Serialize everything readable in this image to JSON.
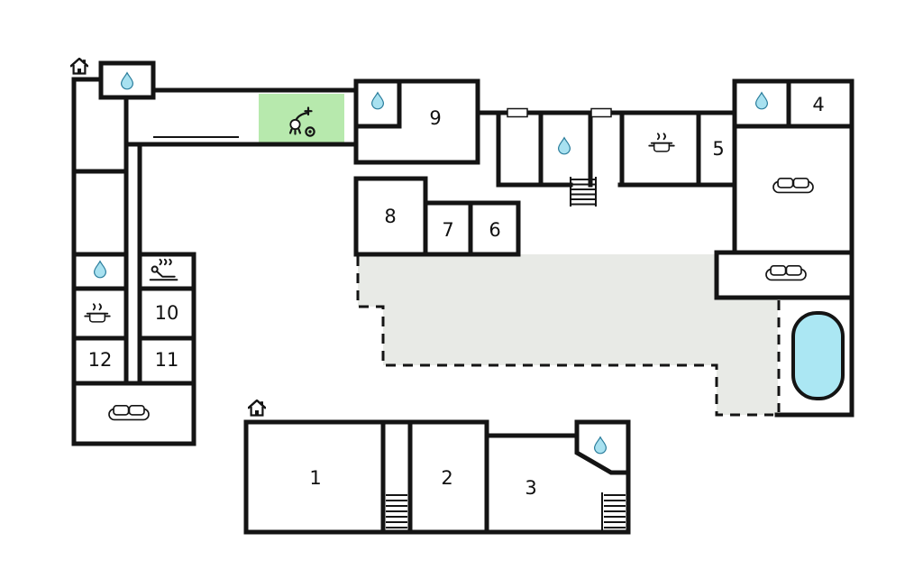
{
  "diagram": {
    "type": "floor-plan",
    "description": "Holiday home floor plan with numbered rooms, two entrances, sauna, showers, kitchens, terrace and plunge pool"
  },
  "colors": {
    "wall": "#141414",
    "water_fill": "#a8e1f0",
    "water_stroke": "#2a7d9c",
    "green_room": "#b7e9ad",
    "terrace_fill": "#e8eae6",
    "pool_fill": "#abe7f3",
    "background": "#ffffff"
  },
  "rooms": {
    "r1": "1",
    "r2": "2",
    "r3": "3",
    "r4": "4",
    "r5": "5",
    "r6": "6",
    "r7": "7",
    "r8": "8",
    "r9": "9",
    "r10": "10",
    "r11": "11",
    "r12": "12"
  },
  "icons": {
    "water_drop": "water point / bathroom",
    "cooking_pot": "kitchen",
    "sofa": "lounge seating",
    "sauna": "sauna",
    "shower": "outdoor shower",
    "stairs": "staircase",
    "house": "entrance",
    "pool": "plunge pool"
  }
}
